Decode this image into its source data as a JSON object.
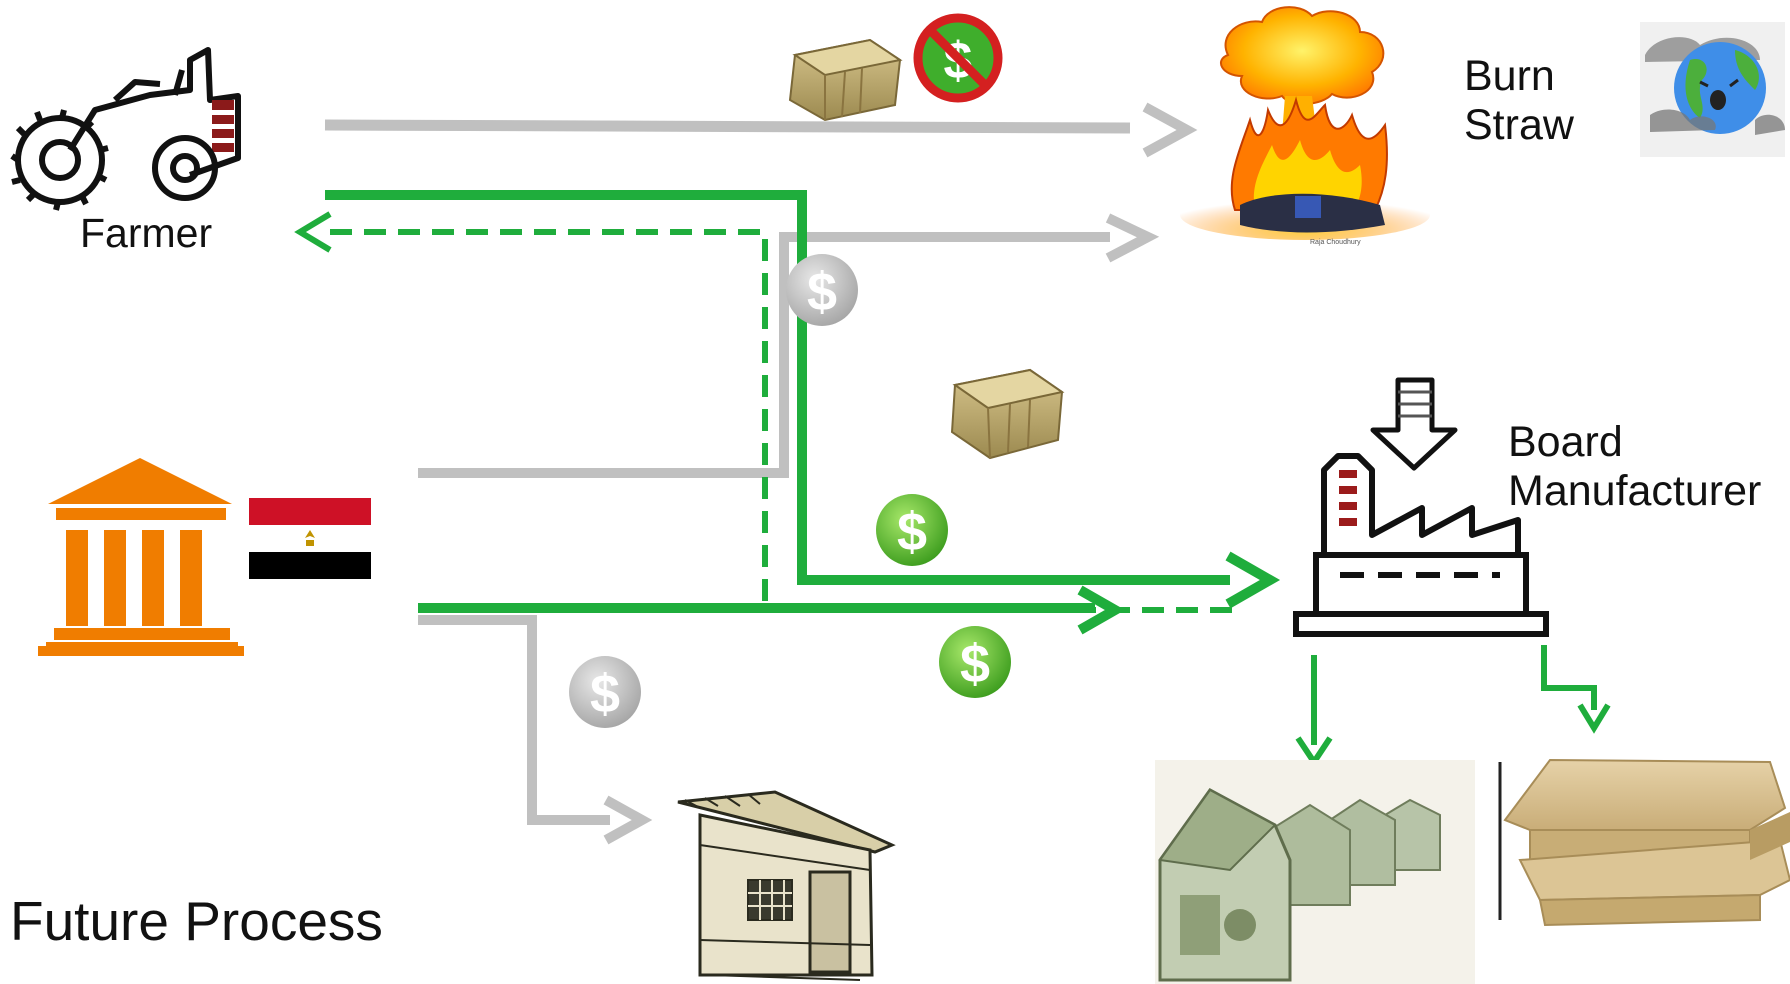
{
  "labels": {
    "farmer": "Farmer",
    "burn_line1": "Burn",
    "burn_line2": "Straw",
    "board_line1": "Board",
    "board_line2": "Manufacturer",
    "title": "Future Process"
  },
  "icons": {
    "currency_symbol": "$",
    "farmer": "tractor-icon",
    "burn": "burning-straw-explosion-icon",
    "earth": "polluted-earth-icon",
    "government": "government-building-icon",
    "flag": "egypt-flag-icon",
    "factory": "board-factory-icon",
    "houses": "money-houses-icon",
    "boards": "particle-boards-icon",
    "hut": "straw-hut-icon",
    "bale": "straw-bale-icon"
  },
  "colors": {
    "green_flow": "#1fad3c",
    "gray_flow": "#c0c0c0",
    "government_orange": "#f07d00",
    "flag_red": "#ce1126",
    "no_money_red": "#d42020",
    "coin_green": "#4cb82e",
    "coin_gray": "#b8b8b8"
  }
}
